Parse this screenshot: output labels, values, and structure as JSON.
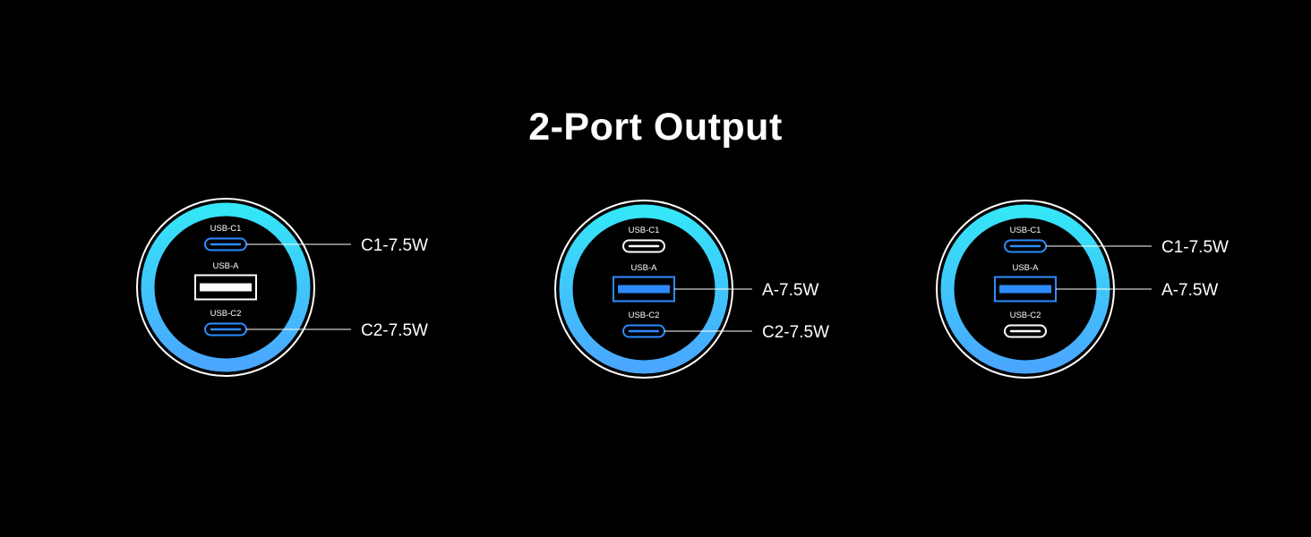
{
  "title": "2-Port Output",
  "colors": {
    "background": "#000000",
    "ring_outer": "#34e3f5",
    "ring_inner": "#4aa8ff",
    "active_port": "#2e8bff",
    "inactive_port": "#ffffff"
  },
  "port_labels": {
    "c1": "USB-C1",
    "a": "USB-A",
    "c2": "USB-C2"
  },
  "chargers": [
    {
      "active": [
        "c1",
        "c2"
      ],
      "outputs": {
        "c1": "C1-7.5W",
        "c2": "C2-7.5W"
      }
    },
    {
      "active": [
        "a",
        "c2"
      ],
      "outputs": {
        "a": "A-7.5W",
        "c2": "C2-7.5W"
      }
    },
    {
      "active": [
        "c1",
        "a"
      ],
      "outputs": {
        "c1": "C1-7.5W",
        "a": "A-7.5W"
      }
    }
  ]
}
